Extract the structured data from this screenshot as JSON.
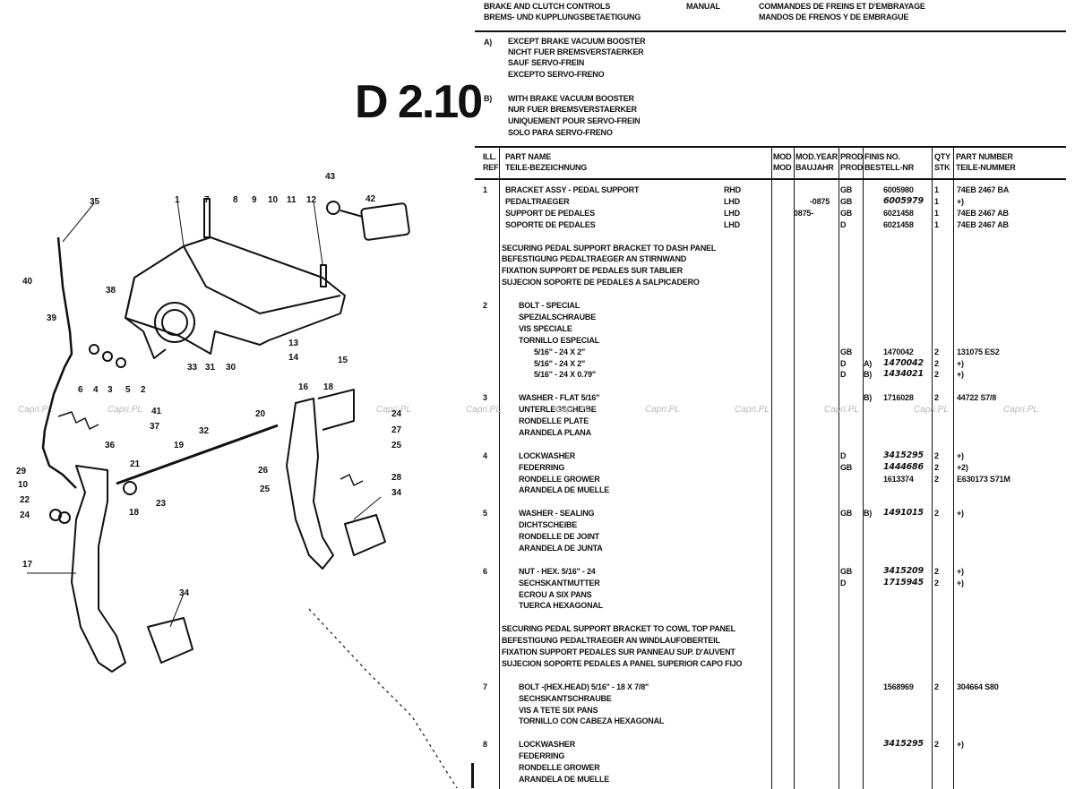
{
  "header": {
    "en": "BRAKE AND CLUTCH CONTROLS",
    "de": "BREMS- UND KUPPLUNGSBETAETIGUNG",
    "transmission": "MANUAL",
    "fr": "COMMANDES DE FREINS ET D'EMBRAYAGE",
    "es": "MANDOS DE FRENOS Y DE EMBRAGUE"
  },
  "section_code": "D 2.10",
  "notes": [
    {
      "key": "A)",
      "lines": [
        "EXCEPT BRAKE VACUUM BOOSTER",
        "NICHT FUER BREMSVERSTAERKER",
        "SAUF SERVO-FREIN",
        "EXCEPTO SERVO-FRENO"
      ]
    },
    {
      "key": "B)",
      "lines": [
        "WITH BRAKE VACUUM BOOSTER",
        "NUR FUER BREMSVERSTAERKER",
        "UNIQUEMENT POUR SERVO-FREIN",
        "SOLO PARA SERVO-FRENO"
      ]
    }
  ],
  "columns": {
    "ref": [
      "ILL.",
      "REF"
    ],
    "name": [
      "PART NAME",
      "TEILE-BEZEICHNUNG"
    ],
    "mod": [
      "MOD",
      "MOD"
    ],
    "modyear": [
      "MOD.YEAR",
      "BAUJAHR"
    ],
    "prod": [
      "PROD",
      "PROD"
    ],
    "finis": [
      "FINIS NO.",
      "BESTELL-NR"
    ],
    "qty": [
      "QTY",
      "STK"
    ],
    "partno": [
      "PART NUMBER",
      "TEILE-NUMMER"
    ]
  },
  "rows": [
    {
      "ref": "1",
      "name": "BRACKET ASSY - PEDAL SUPPORT",
      "drive": "RHD",
      "year": "",
      "prod": "GB",
      "note": "",
      "finis": "6005980",
      "hand": false,
      "qty": "1",
      "partno": "74EB 2467 BA"
    },
    {
      "ref": "",
      "name": "PEDALTRAEGER",
      "drive": "LHD",
      "year": "-0875",
      "prod": "GB",
      "note": "",
      "finis": "6005979",
      "hand": true,
      "qty": "1",
      "partno": "+)"
    },
    {
      "ref": "",
      "name": "SUPPORT DE PEDALES",
      "drive": "LHD",
      "year": "0875-",
      "prod": "GB",
      "note": "",
      "finis": "6021458",
      "hand": false,
      "qty": "1",
      "partno": "74EB 2467 AB"
    },
    {
      "ref": "",
      "name": "SOPORTE DE PEDALES",
      "drive": "LHD",
      "year": "",
      "prod": "D",
      "note": "",
      "finis": "6021458",
      "hand": false,
      "qty": "1",
      "partno": "74EB 2467 AB"
    },
    {
      "gap": true
    },
    {
      "ref": "",
      "name": "SECURING PEDAL SUPPORT BRACKET TO DASH PANEL",
      "section": true
    },
    {
      "ref": "",
      "name": "BEFESTIGUNG PEDALTRAEGER AN STIRNWAND",
      "section": true
    },
    {
      "ref": "",
      "name": "FIXATION SUPPORT DE PEDALES SUR TABLIER",
      "section": true
    },
    {
      "ref": "",
      "name": "SUJECION SOPORTE DE PEDALES A SALPICADERO",
      "section": true
    },
    {
      "gap": true
    },
    {
      "ref": "2",
      "name": "BOLT - SPECIAL",
      "indent": 1
    },
    {
      "ref": "",
      "name": "SPEZIALSCHRAUBE",
      "indent": 1
    },
    {
      "ref": "",
      "name": "VIS SPECIALE",
      "indent": 1
    },
    {
      "ref": "",
      "name": "TORNILLO ESPECIAL",
      "indent": 1
    },
    {
      "ref": "",
      "name": "5/16\" - 24 X 2\"",
      "indent": 2,
      "prod": "GB",
      "note": "",
      "finis": "1470042",
      "hand": false,
      "qty": "2",
      "partno": "131075 ES2"
    },
    {
      "ref": "",
      "name": "5/16\" - 24 X 2\"",
      "indent": 2,
      "prod": "D",
      "note": "A)",
      "finis": "1470042",
      "hand": true,
      "qty": "2",
      "partno": "+)"
    },
    {
      "ref": "",
      "name": "5/16\" - 24 X 0.79\"",
      "indent": 2,
      "prod": "D",
      "note": "B)",
      "finis": "1434021",
      "hand": true,
      "qty": "2",
      "partno": "+)"
    },
    {
      "gap": true
    },
    {
      "ref": "3",
      "name": "WASHER - FLAT     5/16\"",
      "indent": 1,
      "prod": "",
      "note": "B)",
      "finis": "1716028",
      "hand": false,
      "qty": "2",
      "partno": "44722 S7/8"
    },
    {
      "ref": "",
      "name": "UNTERLEGSCHEIBE",
      "indent": 1
    },
    {
      "ref": "",
      "name": "RONDELLE PLATE",
      "indent": 1
    },
    {
      "ref": "",
      "name": "ARANDELA PLANA",
      "indent": 1
    },
    {
      "gap": true
    },
    {
      "ref": "4",
      "name": "LOCKWASHER",
      "indent": 1,
      "prod": "D",
      "note": "",
      "finis": "3415295",
      "hand": true,
      "qty": "2",
      "partno": "+)"
    },
    {
      "ref": "",
      "name": "FEDERRING",
      "indent": 1,
      "prod": "GB",
      "note": "",
      "finis": "1444686",
      "hand": true,
      "qty": "2",
      "partno": "+2)"
    },
    {
      "ref": "",
      "name": "RONDELLE GROWER",
      "indent": 1,
      "prod": "",
      "note": "",
      "finis": "1613374",
      "hand": false,
      "qty": "2",
      "partno": "E630173 S71M"
    },
    {
      "ref": "",
      "name": "ARANDELA DE MUELLE",
      "indent": 1
    },
    {
      "gap": true
    },
    {
      "ref": "5",
      "name": "WASHER - SEALING",
      "indent": 1,
      "prod": "GB",
      "note": "B)",
      "finis": "1491015",
      "hand": true,
      "qty": "2",
      "partno": "+)"
    },
    {
      "ref": "",
      "name": "DICHTSCHEIBE",
      "indent": 1
    },
    {
      "ref": "",
      "name": "RONDELLE DE JOINT",
      "indent": 1
    },
    {
      "ref": "",
      "name": "ARANDELA DE JUNTA",
      "indent": 1
    },
    {
      "gap": true
    },
    {
      "ref": "6",
      "name": "NUT - HEX.          5/16\" - 24",
      "indent": 1,
      "prod": "GB",
      "note": "",
      "finis": "3415209",
      "hand": true,
      "qty": "2",
      "partno": "+)"
    },
    {
      "ref": "",
      "name": "SECHSKANTMUTTER",
      "indent": 1,
      "prod": "D",
      "note": "",
      "finis": "1715945",
      "hand": true,
      "qty": "2",
      "partno": "+)"
    },
    {
      "ref": "",
      "name": "ECROU A SIX PANS",
      "indent": 1
    },
    {
      "ref": "",
      "name": "TUERCA HEXAGONAL",
      "indent": 1
    },
    {
      "gap": true
    },
    {
      "ref": "",
      "name": "SECURING PEDAL SUPPORT BRACKET TO COWL TOP PANEL",
      "section": true
    },
    {
      "ref": "",
      "name": "BEFESTIGUNG PEDALTRAEGER AN WINDLAUFOBERTEIL",
      "section": true
    },
    {
      "ref": "",
      "name": "FIXATION SUPPORT PEDALES SUR PANNEAU SUP. D'AUVENT",
      "section": true
    },
    {
      "ref": "",
      "name": "SUJECION SOPORTE PEDALES A PANEL SUPERIOR CAPO FIJO",
      "section": true
    },
    {
      "gap": true
    },
    {
      "ref": "7",
      "name": "BOLT -(HEX.HEAD)        5/16\" - 18 X 7/8\"",
      "indent": 1,
      "prod": "",
      "note": "",
      "finis": "1568969",
      "hand": false,
      "qty": "2",
      "partno": "304664 S80"
    },
    {
      "ref": "",
      "name": "SECHSKANTSCHRAUBE",
      "indent": 1
    },
    {
      "ref": "",
      "name": "VIS A TETE SIX PANS",
      "indent": 1
    },
    {
      "ref": "",
      "name": "TORNILLO CON CABEZA HEXAGONAL",
      "indent": 1
    },
    {
      "gap": true
    },
    {
      "ref": "8",
      "name": "LOCKWASHER",
      "indent": 1,
      "prod": "",
      "note": "",
      "finis": "3415295",
      "hand": true,
      "qty": "2",
      "partno": "+)"
    },
    {
      "ref": "",
      "name": "FEDERRING",
      "indent": 1
    },
    {
      "ref": "",
      "name": "RONDELLE GROWER",
      "indent": 1
    },
    {
      "ref": "",
      "name": "ARANDELA DE MUELLE",
      "indent": 1
    }
  ],
  "watermark": "Capri.PL",
  "diagram": {
    "callouts": [
      "1",
      "2",
      "3",
      "4",
      "5",
      "6",
      "7",
      "8",
      "9",
      "10",
      "11",
      "12",
      "13",
      "14",
      "15",
      "16",
      "17",
      "18",
      "19",
      "20",
      "21",
      "22",
      "23",
      "24",
      "25",
      "26",
      "27",
      "28",
      "29",
      "30",
      "31",
      "32",
      "33",
      "34",
      "35",
      "36",
      "37",
      "38",
      "39",
      "40",
      "41",
      "42",
      "43"
    ]
  }
}
